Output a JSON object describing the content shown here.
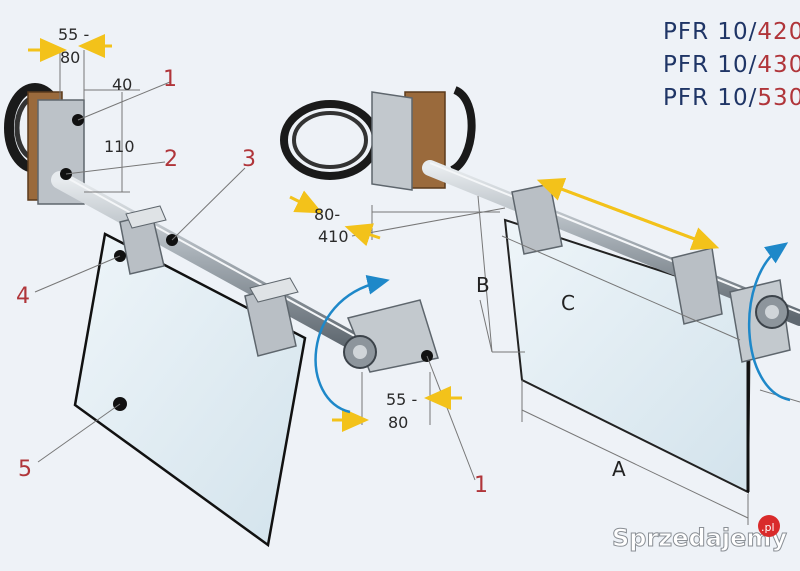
{
  "models": {
    "prefix": "PFR 10/",
    "items": [
      {
        "base": "PFR 10/",
        "suffix": "420"
      },
      {
        "base": "PFR 10/",
        "suffix": "430"
      },
      {
        "base": "PFR 10/",
        "suffix": "530"
      }
    ]
  },
  "dimensions": {
    "top_left_a": "55 -",
    "top_left_b": "80",
    "d40": "40",
    "d110": "110",
    "mid_a": "80-",
    "mid_b": "410",
    "bottom_a": "55 -",
    "bottom_b": "80"
  },
  "callouts": {
    "c1_top": "1",
    "c2": "2",
    "c3": "3",
    "c4": "4",
    "c5": "5",
    "c1_bottom": "1"
  },
  "letters": {
    "a": "A",
    "b": "B",
    "c": "C"
  },
  "watermark": {
    "text": "Sprzedajemy",
    "badge": ".pl"
  },
  "colors": {
    "background": "#eef2f7",
    "callout_red": "#b0353a",
    "model_navy": "#1f3566",
    "yellow_arrow": "#f3c21a",
    "blue_arrow": "#1e88c9",
    "glass": "#dfeaf1",
    "rod": "#9aa3ab",
    "bracket": "#b8bec4",
    "wood": "#9a6a3c",
    "cable": "#1a1a1a"
  }
}
